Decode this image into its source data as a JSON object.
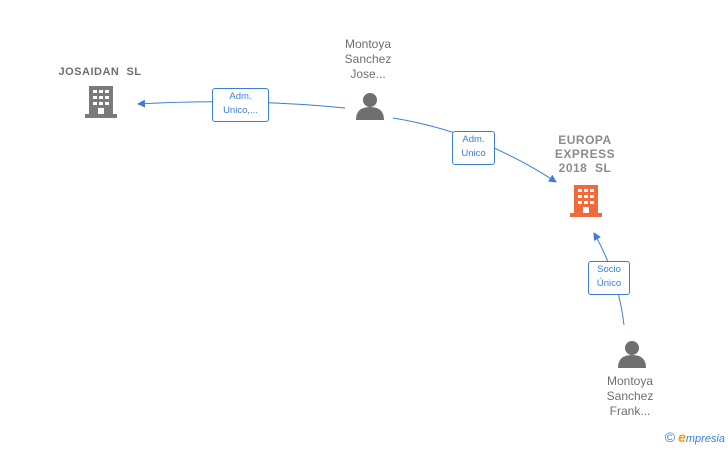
{
  "nodes": {
    "josaidan": {
      "name": "JOSAIDAN  SL"
    },
    "europa": {
      "name_lines": [
        "EUROPA",
        "EXPRESS",
        "2018  SL"
      ]
    },
    "montoya_jose": {
      "name_lines": [
        "Montoya",
        "Sanchez",
        "Jose..."
      ]
    },
    "montoya_frank": {
      "name_lines": [
        "Montoya",
        "Sanchez",
        "Frank..."
      ]
    }
  },
  "edges": {
    "jose_to_josaidan": {
      "lines": [
        "Adm.",
        "Unico,..."
      ]
    },
    "jose_to_europa": {
      "lines": [
        "Adm.",
        "Unico"
      ]
    },
    "frank_to_europa": {
      "lines": [
        "Socio",
        "Único"
      ]
    }
  },
  "colors": {
    "edge": "#3a7fd5",
    "company_gray": "#7a7a7a",
    "company_highlight": "#f26a3c",
    "person": "#6f6f6f"
  },
  "icons": {
    "company": "building-icon",
    "person": "person-icon"
  },
  "brand": {
    "copyright": "©",
    "initial": "e",
    "rest": "mpresia"
  }
}
